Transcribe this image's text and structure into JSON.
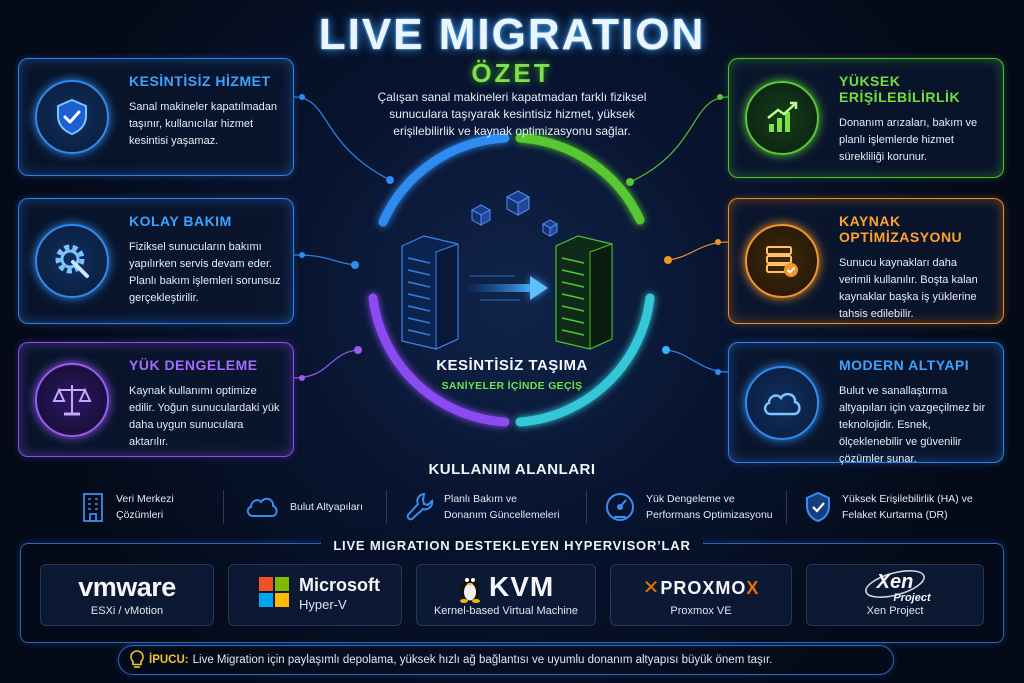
{
  "header": {
    "title": "LIVE MIGRATION",
    "subtitle": "ÖZET"
  },
  "intro": {
    "text": "Çalışan sanal makineleri kapatmadan farklı fiziksel sunuculara taşıyarak kesintisiz hizmet, yüksek erişilebilirlik ve kaynak optimizasyonu sağlar."
  },
  "cards": {
    "kesintisiz": {
      "title": "KESİNTİSİZ HİZMET",
      "text": "Sanal makineler kapatılmadan taşınır, kullanıcılar hizmet kesintisi yaşamaz.",
      "icon": "shield-check-icon"
    },
    "bakim": {
      "title": "KOLAY BAKIM",
      "text": "Fiziksel sunucuların bakımı yapılırken servis devam eder. Planlı bakım işlemleri sorunsuz gerçekleştirilir.",
      "icon": "gear-wrench-icon"
    },
    "yuk": {
      "title": "YÜK DENGELEME",
      "text": "Kaynak kullanımı optimize edilir. Yoğun sunuculardaki yük daha uygun sunuculara aktarılır.",
      "icon": "balance-scale-icon"
    },
    "erisilebilirlik": {
      "title": "YÜKSEK ERİŞİLEBİLİRLİK",
      "text": "Donanım arızaları, bakım ve planlı işlemlerde hizmet sürekliliği korunur.",
      "icon": "growth-chart-icon"
    },
    "kaynak": {
      "title": "KAYNAK OPTİMİZASYONU",
      "text": "Sunucu kaynakları daha verimli kullanılır. Boşta kalan kaynaklar başka iş yüklerine tahsis edilebilir.",
      "icon": "server-check-icon"
    },
    "modern": {
      "title": "MODERN ALTYAPI",
      "text": "Bulut ve sanallaştırma altyapıları için vazgeçilmez bir teknolojidir. Esnek, ölçeklenebilir ve güvenilir çözümler sunar.",
      "icon": "cloud-icon"
    }
  },
  "center": {
    "title": "KESİNTİSİZ TAŞIMA",
    "subtitle": "SANİYELER İÇİNDE GEÇİŞ"
  },
  "usage": {
    "title": "KULLANIM ALANLARI",
    "items": [
      {
        "line1": "Veri Merkezi",
        "line2": "Çözümleri",
        "icon": "building-icon"
      },
      {
        "line1": "Bulut Altyapıları",
        "line2": "",
        "icon": "cloud-icon"
      },
      {
        "line1": "Planlı Bakım ve",
        "line2": "Donanım Güncellemeleri",
        "icon": "wrench-icon"
      },
      {
        "line1": "Yük Dengeleme ve",
        "line2": "Performans Optimizasyonu",
        "icon": "gauge-icon"
      },
      {
        "line1": "Yüksek Erişilebilirlik (HA) ve",
        "line2": "Felaket Kurtarma (DR)",
        "icon": "shield-check-icon"
      }
    ]
  },
  "hypervisors": {
    "title": "LIVE MIGRATION DESTEKLEYEN HYPERVISOR’LAR",
    "vmware": {
      "logo": "vmware",
      "sub": "ESXi / vMotion"
    },
    "microsoft": {
      "logo": "Microsoft",
      "logo2": "Hyper-V"
    },
    "kvm": {
      "logo": "KVM",
      "sub": "Kernel-based Virtual Machine"
    },
    "proxmox": {
      "logo_a": "PROXMO",
      "logo_b": "X",
      "sub": "Proxmox VE"
    },
    "xen": {
      "logo": "Xen",
      "logo2": "Project",
      "sub": "Xen Project"
    }
  },
  "tip": {
    "label": "İPUCU:",
    "text": "Live Migration için paylaşımlı depolama, yüksek hızlı ağ bağlantısı ve uyumlu donanım altyapısı büyük önem taşır."
  },
  "colors": {
    "blue": "#2e8cf0",
    "green": "#58c832",
    "purple": "#9a5af5",
    "orange": "#f09628",
    "tip": "#f1c232"
  }
}
